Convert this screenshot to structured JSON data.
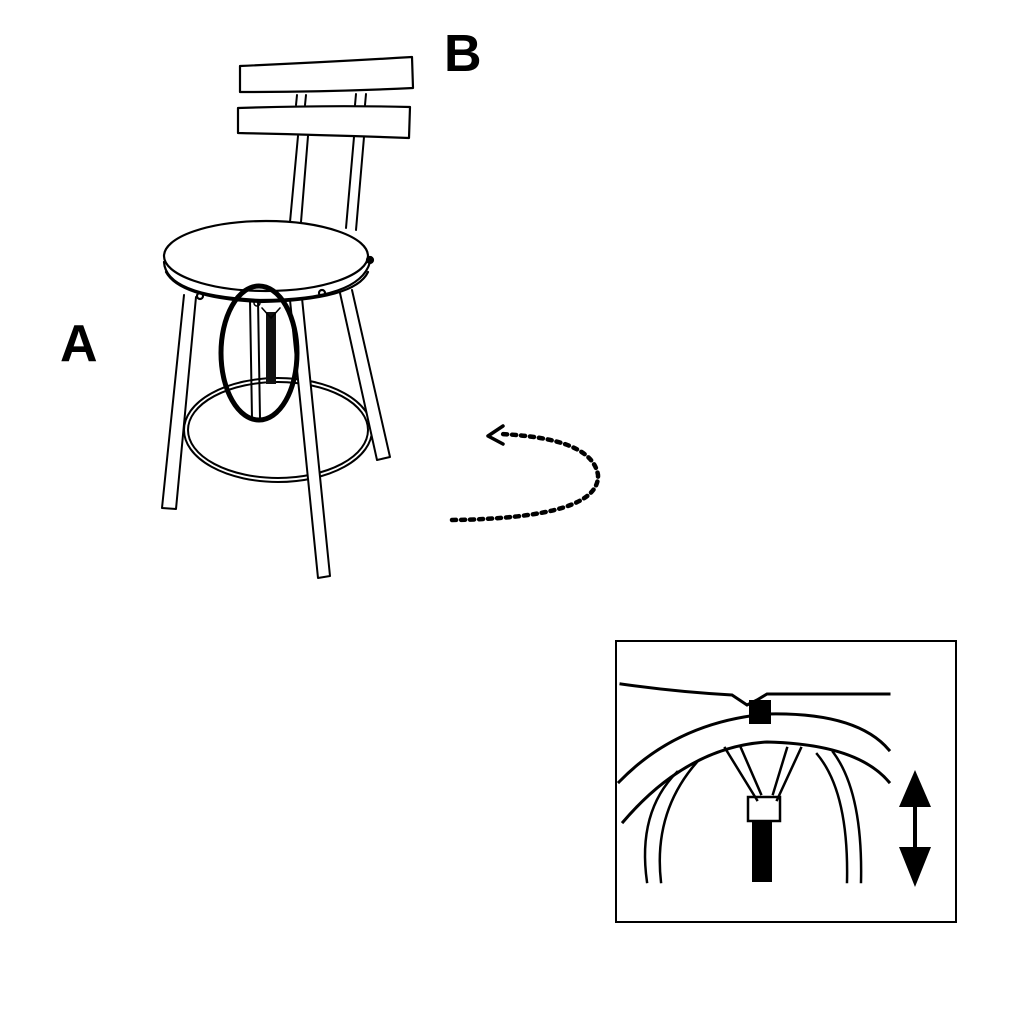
{
  "diagram": {
    "type": "assembly-instruction",
    "subject": "swivel bar stool with height-adjust screw mechanism",
    "labels": [
      {
        "id": "A",
        "text": "A"
      },
      {
        "id": "B",
        "text": "B"
      }
    ],
    "callouts": {
      "highlight": "ellipse around threaded height-adjust screw under seat",
      "rotation_arrow": "dotted counter-clockwise rotation arrow",
      "detail_inset": "close-up of screw mechanism with up/down arrow"
    },
    "icons": {
      "rotation": "rotate-ccw-dotted-arrow",
      "adjust": "up-down-double-arrow"
    },
    "colors": {
      "line": "#000000",
      "background": "#ffffff"
    }
  }
}
